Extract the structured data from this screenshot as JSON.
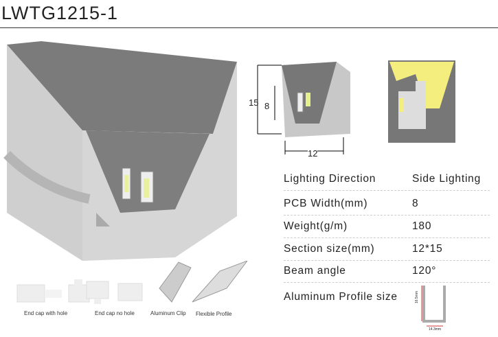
{
  "title": "LWTG1215-1",
  "dimensions": {
    "height": "15",
    "led_height": "8",
    "width": "12"
  },
  "specs": [
    {
      "label": "Lighting  Direction",
      "value": "Side Lighting"
    },
    {
      "label": "PCB  Width(mm)",
      "value": "8"
    },
    {
      "label": "Weight(g/m)",
      "value": "180"
    },
    {
      "label": "Section size(mm)",
      "value": "12*15"
    },
    {
      "label": "Beam angle",
      "value": "120°"
    },
    {
      "label": "Aluminum Profile size",
      "value": ""
    }
  ],
  "profile_dims": {
    "height": "16.5mm",
    "width": "14.3mm"
  },
  "accessories": [
    "End cap with hole",
    "End cap no hole",
    "Aluminum Clip",
    "Flexible Profile"
  ]
}
